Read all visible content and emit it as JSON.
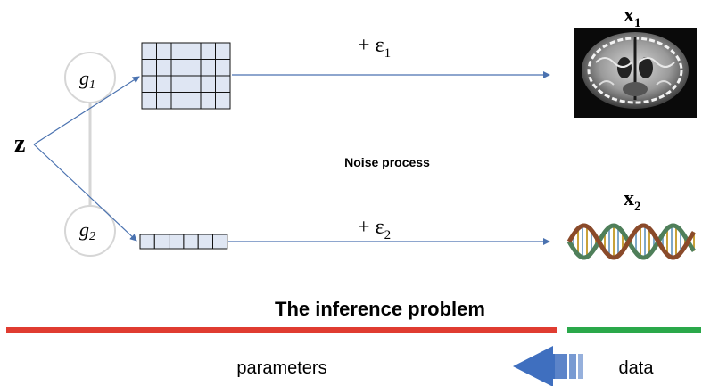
{
  "latent": {
    "label": "z"
  },
  "generators": [
    {
      "base": "g",
      "sub": "1"
    },
    {
      "base": "g",
      "sub": "2"
    }
  ],
  "noise_terms": [
    {
      "prefix": "+ ε",
      "sub": "1"
    },
    {
      "prefix": "+ ε",
      "sub": "2"
    }
  ],
  "observations": [
    {
      "base": "x",
      "sub": "1",
      "image": "brain-mri-slice"
    },
    {
      "base": "x",
      "sub": "2",
      "image": "dna-double-helix"
    }
  ],
  "noise_process_label": "Noise process",
  "inference": {
    "title": "The inference problem",
    "parameters_label": "parameters",
    "data_label": "data"
  },
  "matrices": {
    "top": {
      "rows": 4,
      "cols": 6
    },
    "bottom": {
      "rows": 1,
      "cols": 6
    }
  },
  "colors": {
    "arrow": "#4a72b0",
    "cell_fill": "#dfe6f3",
    "parameters_bar": "#e03c31",
    "data_bar": "#2aa84a",
    "big_arrow": "#3f6fbf",
    "node_border": "#d6d6d6"
  }
}
